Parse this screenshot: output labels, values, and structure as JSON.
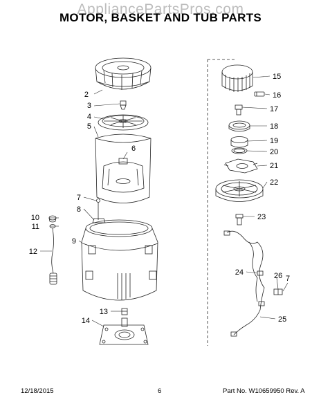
{
  "watermark": "AppliancePartsPros.com",
  "title": "MOTOR, BASKET AND TUB PARTS",
  "callouts": {
    "c2": "2",
    "c3": "3",
    "c4": "4",
    "c5": "5",
    "c6": "6",
    "c7a": "7",
    "c7b": "7",
    "c8": "8",
    "c9": "9",
    "c10": "10",
    "c11": "11",
    "c12": "12",
    "c13": "13",
    "c14": "14",
    "c15": "15",
    "c16": "16",
    "c17": "17",
    "c18": "18",
    "c19": "19",
    "c20": "20",
    "c21": "21",
    "c22": "22",
    "c23": "23",
    "c24": "24",
    "c25": "25",
    "c26": "26"
  },
  "footer": {
    "date": "12/18/2015",
    "page": "6",
    "part_info": "Part No. W10659950  Rev. A"
  }
}
